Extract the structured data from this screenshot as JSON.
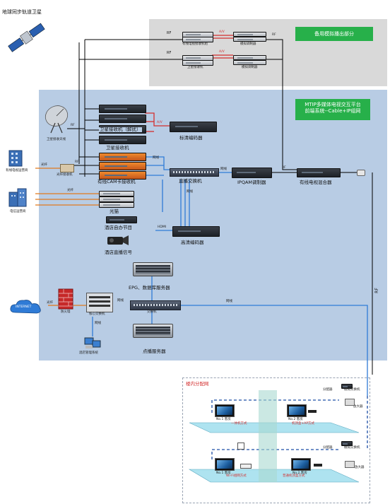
{
  "top_left_title": "地球同步轨道卫星",
  "backup_panel": {
    "title": "备用模拟播出部分",
    "dev1": "有线电视接收机组",
    "mod1": "模拟调制器",
    "dev2": "卫星接收机",
    "mod2": "模拟调制器"
  },
  "platform": {
    "line1": "MTIP多媒体电视交互平台",
    "line2": "前端系统--Cable+IP组网"
  },
  "labels": {
    "rf": "RF",
    "av": "A/V",
    "wangxian": "网线",
    "guangxian": "光纤",
    "hdmi": "HDMI",
    "rf_big": "RF",
    "dish": "卫星接收天线",
    "sat_receiver_decode": "卫星接收机（解扰）",
    "sat_receiver": "卫星接收机",
    "sd_encoder": "标清编码器",
    "cable_operator": "有线电视运营商",
    "optical_receiver": "光纤接收机",
    "cable_cam": "有线CAM卡接收机",
    "live_switch": "直播交换机",
    "ipqam": "IPQAM调制器",
    "mixer": "有线电视混合器",
    "telecom": "电信运营商",
    "optical_cat": "光猫",
    "hotel_program": "酒店自办节目",
    "hotel_live": "酒店直播信号",
    "hd_encoder": "高清编码器",
    "epg_server": "EPG、数据库服务器",
    "internet": "INTERNET",
    "firewall": "防火墙",
    "core_switch": "核心交换机",
    "switch": "交换机",
    "hotel_mgmt": "酒店管理系统",
    "vod_server": "点播服务器"
  },
  "building": {
    "title": "楼内分配网",
    "splitter1": "分配器",
    "splitter2": "分配器",
    "analog_switch1": "模拟交换机",
    "analog_switch2": "模拟交换机",
    "amp1": "放大器",
    "amp2": "放大器",
    "m1": "一体机方式",
    "m2": "机顶盒+AP方式",
    "m3": "Wi-Fi组网方式",
    "m4": "普通机顶盒方式",
    "tv1": "No.1 客房",
    "tv2": "No.2 客房",
    "tv3": "No.1 客房",
    "tv4": "No.2 客房"
  }
}
